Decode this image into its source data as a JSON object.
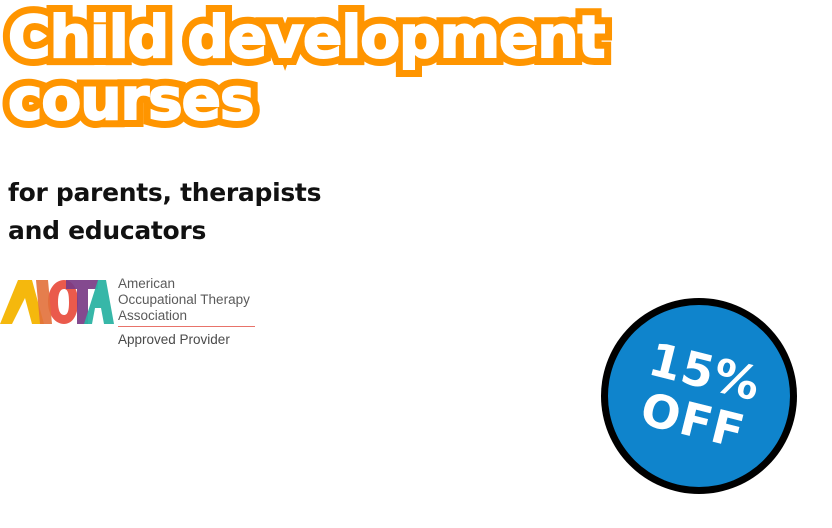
{
  "headline": {
    "line1": "Child development",
    "line2": "courses"
  },
  "subhead": {
    "line1": "for parents, therapists",
    "line2": "and educators"
  },
  "aota": {
    "name_line1": "American",
    "name_line2": "Occupational Therapy",
    "name_line3": "Association",
    "approved": "Approved Provider",
    "logo_letters": "AOTA"
  },
  "badge": {
    "line1": "15%",
    "line2": "OFF"
  },
  "colors": {
    "headline_outline": "#ff9500",
    "headline_text": "#ffffff",
    "subhead_text": "#111111",
    "badge_fill": "#0f84cc",
    "badge_border": "#000000",
    "aota_a1": "#f4b400",
    "aota_o": "#e84c3d",
    "aota_t": "#7a3b86",
    "aota_a2": "#2cb3a3"
  }
}
